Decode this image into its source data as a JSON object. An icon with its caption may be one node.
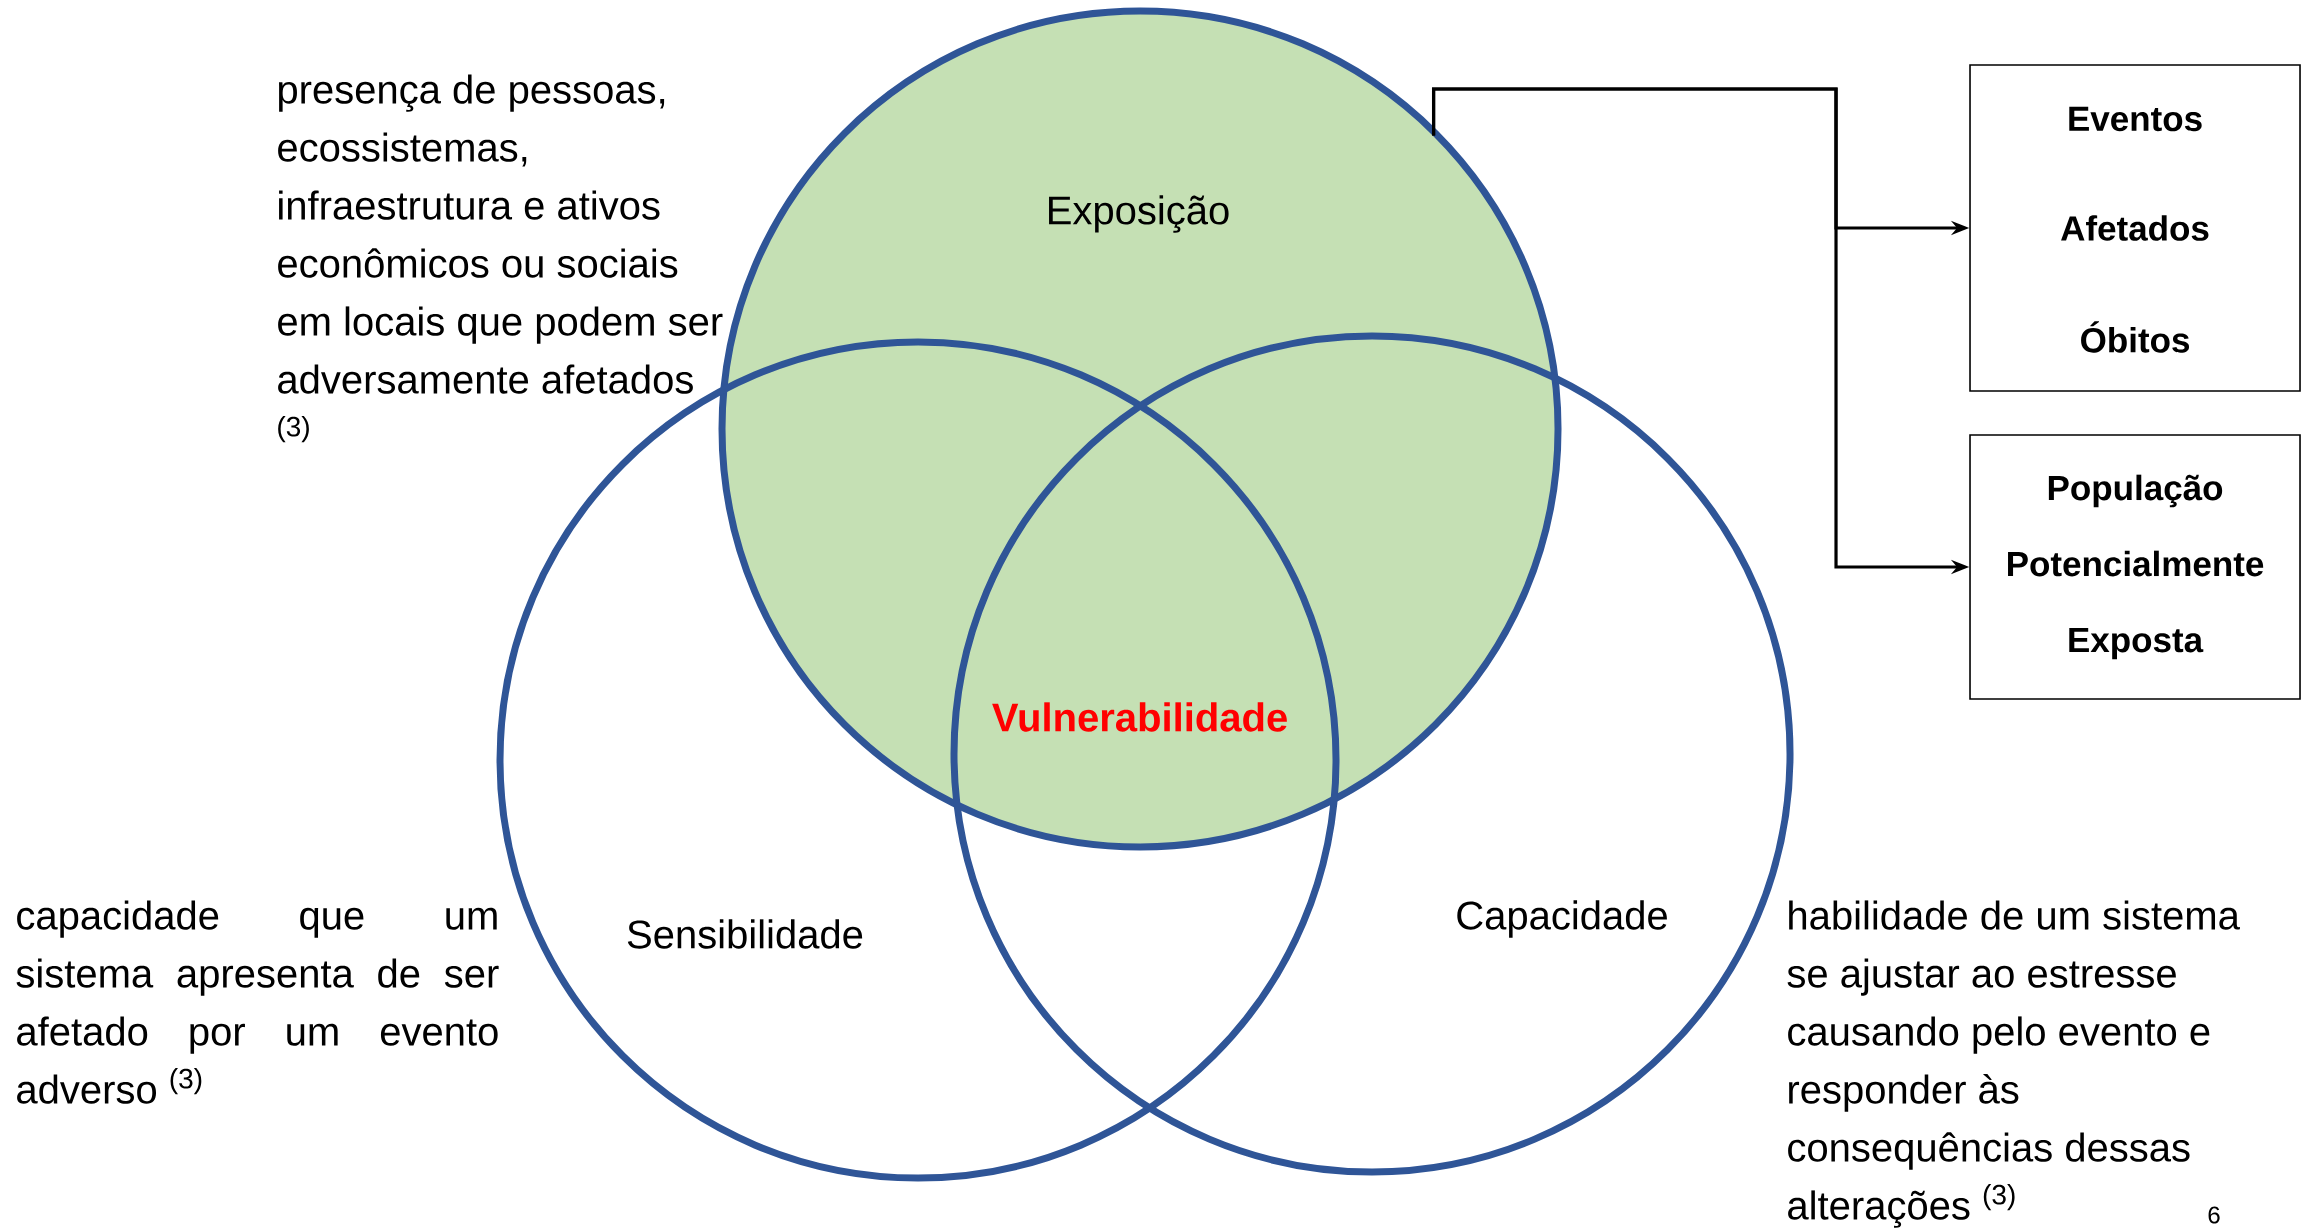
{
  "diagram": {
    "nodes": [
      {
        "text": [
          "Exposição"
        ],
        "beside": [
          "presença de pessoas, ecossistemas, infraestrutura e ativos econômicos ou sociais em locais que podem ser adversamente afetados $^{(3)}$"
        ]
      },
      {
        "text": [
          "Sensibilidade"
        ],
        "beside": [
          "capacidade que um sistema apresenta de ser afetado por um evento adverso $^{(3)}$"
        ]
      },
      {
        "text": [
          "Capacidade"
        ],
        "beside": [
          "habilidade de um sistema se ajustar ao estresse causando pelo evento e responder às consequências dessas alterações $^{(3)}$"
        ]
      },
      {
        "text": [
          "Eventos",
          "Afetados",
          "Óbitos"
        ]
      },
      {
        "text": [
          "População Potencialmente Exposta"
        ]
      }
    ],
    "edges": [
      {
        "from": 0,
        "to": 3,
        "arrow": "to"
      },
      {
        "from": 0,
        "to": 4,
        "arrow": "to"
      }
    ],
    "labels": [
      "Vulnerabilidade",
      "6"
    ]
  }
}
